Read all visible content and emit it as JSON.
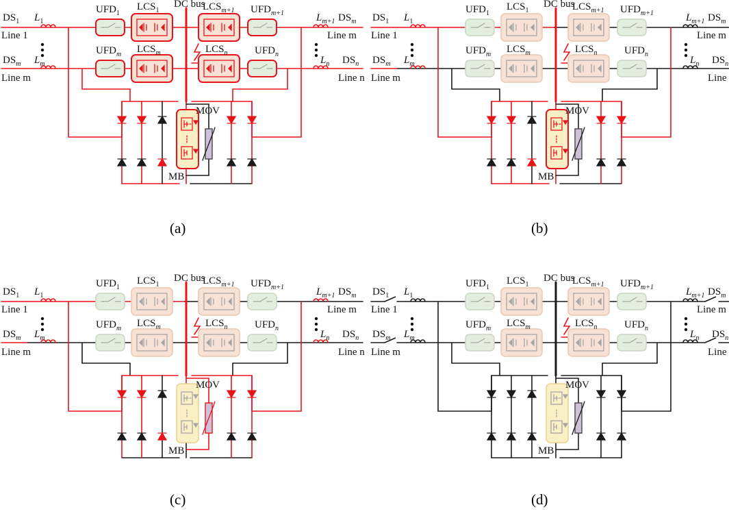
{
  "colors": {
    "active": "#e8141b",
    "idle": "#1a1a1a",
    "ufd_fill": "#e4eede",
    "ufd_stroke": "#c9d6c0",
    "lcs_fill": "#f7e2d5",
    "lcs_stroke": "#ecc6ae",
    "mb_fill": "#fbefc6",
    "mb_stroke": "#e8d48e",
    "mov_fill": "#cfc1da",
    "faded_device": "#a6a6a6"
  },
  "labels": {
    "ds1": "DS",
    "ds1_sub": "1",
    "dsm": "DS",
    "dsm_sub": "m",
    "dsm1": "DS",
    "dsm1_sub": "m",
    "dsn": "DS",
    "dsn_sub": "n",
    "l1": "L",
    "l1_sub": "1",
    "lm": "L",
    "lm_sub": "m",
    "lm1": "L",
    "lm1_sub": "m+1",
    "ln": "L",
    "ln_sub": "n",
    "line1": "Line 1",
    "linem": "Line m",
    "linem_right": "Line m",
    "linen": "Line n",
    "ufd1": "UFD",
    "ufd1_sub": "1",
    "ufdm": "UFD",
    "ufdm_sub": "m",
    "ufdm1": "UFD",
    "ufdm1_sub": "m+1",
    "ufdn": "UFD",
    "ufdn_sub": "n",
    "lcs1": "LCS",
    "lcs1_sub": "1",
    "lcsm": "LCS",
    "lcsm_sub": "m",
    "lcsm1": "LCS",
    "lcsm1_sub": "m+1",
    "lcsn": "LCS",
    "lcsn_sub": "n",
    "dcbus": "DC bus",
    "mov": "MOV",
    "mb": "MB",
    "dots": "⋮"
  },
  "panels": [
    {
      "id": "a",
      "caption": "(a)",
      "state": "fault-current-commutating-lcs",
      "ds_closed": true
    },
    {
      "id": "b",
      "caption": "(b)",
      "state": "main-breaker-conducting",
      "ds_closed": true
    },
    {
      "id": "c",
      "caption": "(c)",
      "state": "mov-absorbing-energy",
      "ds_closed": true
    },
    {
      "id": "d",
      "caption": "(d)",
      "state": "fault-isolated",
      "ds_closed": false
    }
  ]
}
